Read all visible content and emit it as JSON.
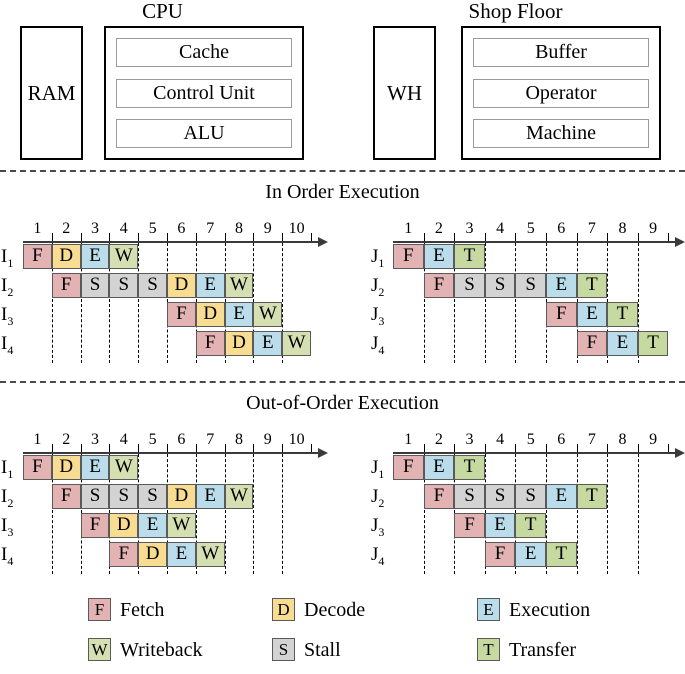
{
  "architecture": {
    "groups": [
      {
        "title": "CPU",
        "memory_label": "RAM",
        "components": [
          "Cache",
          "Control Unit",
          "ALU"
        ]
      },
      {
        "title": "Shop Floor",
        "memory_label": "WH",
        "components": [
          "Buffer",
          "Operator",
          "Machine"
        ]
      }
    ]
  },
  "sections": [
    {
      "title": "In Order Execution"
    },
    {
      "title": "Out-of-Order Execution"
    }
  ],
  "colors": {
    "fetch": "#e3b3b4",
    "decode": "#f8dc91",
    "execution": "#bbdcea",
    "writeback": "#d4e0b2",
    "stall": "#d3d3d3",
    "transfer": "#c6d9a1",
    "axis": "#3a3a3a",
    "cell_border": "#5a5a5a"
  },
  "legend": {
    "items": [
      {
        "key": "F",
        "label": "Fetch",
        "color_key": "fetch"
      },
      {
        "key": "D",
        "label": "Decode",
        "color_key": "decode"
      },
      {
        "key": "E",
        "label": "Execution",
        "color_key": "execution"
      },
      {
        "key": "W",
        "label": "Writeback",
        "color_key": "writeback"
      },
      {
        "key": "S",
        "label": "Stall",
        "color_key": "stall"
      },
      {
        "key": "T",
        "label": "Transfer",
        "color_key": "transfer"
      }
    ]
  },
  "charts": [
    {
      "id": "in-order-cpu",
      "section": "In Order Execution",
      "side": "left",
      "ticks": [
        "1",
        "2",
        "3",
        "4",
        "5",
        "6",
        "7",
        "8",
        "9",
        "10"
      ],
      "rows": [
        {
          "label": "I",
          "sub": "1",
          "start": 1,
          "cells": [
            {
              "key": "F",
              "color_key": "fetch",
              "span": 1
            },
            {
              "key": "D",
              "color_key": "decode",
              "span": 1
            },
            {
              "key": "E",
              "color_key": "execution",
              "span": 1
            },
            {
              "key": "W",
              "color_key": "writeback",
              "span": 1
            }
          ]
        },
        {
          "label": "I",
          "sub": "2",
          "start": 2,
          "cells": [
            {
              "key": "F",
              "color_key": "fetch",
              "span": 1
            },
            {
              "key": "S",
              "color_key": "stall",
              "span": 1
            },
            {
              "key": "S",
              "color_key": "stall",
              "span": 1
            },
            {
              "key": "S",
              "color_key": "stall",
              "span": 1
            },
            {
              "key": "D",
              "color_key": "decode",
              "span": 1
            },
            {
              "key": "E",
              "color_key": "execution",
              "span": 1
            },
            {
              "key": "W",
              "color_key": "writeback",
              "span": 1
            }
          ]
        },
        {
          "label": "I",
          "sub": "3",
          "start": 6,
          "cells": [
            {
              "key": "F",
              "color_key": "fetch",
              "span": 1
            },
            {
              "key": "D",
              "color_key": "decode",
              "span": 1
            },
            {
              "key": "E",
              "color_key": "execution",
              "span": 1
            },
            {
              "key": "W",
              "color_key": "writeback",
              "span": 1
            }
          ]
        },
        {
          "label": "I",
          "sub": "4",
          "start": 7,
          "cells": [
            {
              "key": "F",
              "color_key": "fetch",
              "span": 1
            },
            {
              "key": "D",
              "color_key": "decode",
              "span": 1
            },
            {
              "key": "E",
              "color_key": "execution",
              "span": 1
            },
            {
              "key": "W",
              "color_key": "writeback",
              "span": 1
            }
          ]
        }
      ]
    },
    {
      "id": "in-order-shopfloor",
      "section": "In Order Execution",
      "side": "right",
      "ticks": [
        "1",
        "2",
        "3",
        "4",
        "5",
        "6",
        "7",
        "8",
        "9"
      ],
      "rows": [
        {
          "label": "J",
          "sub": "1",
          "start": 1,
          "cells": [
            {
              "key": "F",
              "color_key": "fetch",
              "span": 1
            },
            {
              "key": "E",
              "color_key": "execution",
              "span": 1
            },
            {
              "key": "T",
              "color_key": "transfer",
              "span": 1
            }
          ]
        },
        {
          "label": "J",
          "sub": "2",
          "start": 2,
          "cells": [
            {
              "key": "F",
              "color_key": "fetch",
              "span": 1
            },
            {
              "key": "S",
              "color_key": "stall",
              "span": 1
            },
            {
              "key": "S",
              "color_key": "stall",
              "span": 1
            },
            {
              "key": "S",
              "color_key": "stall",
              "span": 1
            },
            {
              "key": "E",
              "color_key": "execution",
              "span": 1
            },
            {
              "key": "T",
              "color_key": "transfer",
              "span": 1
            }
          ]
        },
        {
          "label": "J",
          "sub": "3",
          "start": 6,
          "cells": [
            {
              "key": "F",
              "color_key": "fetch",
              "span": 1
            },
            {
              "key": "E",
              "color_key": "execution",
              "span": 1
            },
            {
              "key": "T",
              "color_key": "transfer",
              "span": 1
            }
          ]
        },
        {
          "label": "J",
          "sub": "4",
          "start": 7,
          "cells": [
            {
              "key": "F",
              "color_key": "fetch",
              "span": 1
            },
            {
              "key": "E",
              "color_key": "execution",
              "span": 1
            },
            {
              "key": "T",
              "color_key": "transfer",
              "span": 1
            }
          ]
        }
      ]
    },
    {
      "id": "out-of-order-cpu",
      "section": "Out-of-Order Execution",
      "side": "left",
      "ticks": [
        "1",
        "2",
        "3",
        "4",
        "5",
        "6",
        "7",
        "8",
        "9",
        "10"
      ],
      "rows": [
        {
          "label": "I",
          "sub": "1",
          "start": 1,
          "cells": [
            {
              "key": "F",
              "color_key": "fetch",
              "span": 1
            },
            {
              "key": "D",
              "color_key": "decode",
              "span": 1
            },
            {
              "key": "E",
              "color_key": "execution",
              "span": 1
            },
            {
              "key": "W",
              "color_key": "writeback",
              "span": 1
            }
          ]
        },
        {
          "label": "I",
          "sub": "2",
          "start": 2,
          "cells": [
            {
              "key": "F",
              "color_key": "fetch",
              "span": 1
            },
            {
              "key": "S",
              "color_key": "stall",
              "span": 1
            },
            {
              "key": "S",
              "color_key": "stall",
              "span": 1
            },
            {
              "key": "S",
              "color_key": "stall",
              "span": 1
            },
            {
              "key": "D",
              "color_key": "decode",
              "span": 1
            },
            {
              "key": "E",
              "color_key": "execution",
              "span": 1
            },
            {
              "key": "W",
              "color_key": "writeback",
              "span": 1
            }
          ]
        },
        {
          "label": "I",
          "sub": "3",
          "start": 3,
          "cells": [
            {
              "key": "F",
              "color_key": "fetch",
              "span": 1
            },
            {
              "key": "D",
              "color_key": "decode",
              "span": 1
            },
            {
              "key": "E",
              "color_key": "execution",
              "span": 1
            },
            {
              "key": "W",
              "color_key": "writeback",
              "span": 1
            }
          ]
        },
        {
          "label": "I",
          "sub": "4",
          "start": 4,
          "cells": [
            {
              "key": "F",
              "color_key": "fetch",
              "span": 1
            },
            {
              "key": "D",
              "color_key": "decode",
              "span": 1
            },
            {
              "key": "E",
              "color_key": "execution",
              "span": 1
            },
            {
              "key": "W",
              "color_key": "writeback",
              "span": 1
            }
          ]
        }
      ]
    },
    {
      "id": "out-of-order-shopfloor",
      "section": "Out-of-Order Execution",
      "side": "right",
      "ticks": [
        "1",
        "2",
        "3",
        "4",
        "5",
        "6",
        "7",
        "8",
        "9"
      ],
      "rows": [
        {
          "label": "J",
          "sub": "1",
          "start": 1,
          "cells": [
            {
              "key": "F",
              "color_key": "fetch",
              "span": 1
            },
            {
              "key": "E",
              "color_key": "execution",
              "span": 1
            },
            {
              "key": "T",
              "color_key": "transfer",
              "span": 1
            }
          ]
        },
        {
          "label": "J",
          "sub": "2",
          "start": 2,
          "cells": [
            {
              "key": "F",
              "color_key": "fetch",
              "span": 1
            },
            {
              "key": "S",
              "color_key": "stall",
              "span": 1
            },
            {
              "key": "S",
              "color_key": "stall",
              "span": 1
            },
            {
              "key": "S",
              "color_key": "stall",
              "span": 1
            },
            {
              "key": "E",
              "color_key": "execution",
              "span": 1
            },
            {
              "key": "T",
              "color_key": "transfer",
              "span": 1
            }
          ]
        },
        {
          "label": "J",
          "sub": "3",
          "start": 3,
          "cells": [
            {
              "key": "F",
              "color_key": "fetch",
              "span": 1
            },
            {
              "key": "E",
              "color_key": "execution",
              "span": 1
            },
            {
              "key": "T",
              "color_key": "transfer",
              "span": 1
            }
          ]
        },
        {
          "label": "J",
          "sub": "4",
          "start": 4,
          "cells": [
            {
              "key": "F",
              "color_key": "fetch",
              "span": 1
            },
            {
              "key": "E",
              "color_key": "execution",
              "span": 1
            },
            {
              "key": "T",
              "color_key": "transfer",
              "span": 1
            }
          ]
        }
      ]
    }
  ]
}
